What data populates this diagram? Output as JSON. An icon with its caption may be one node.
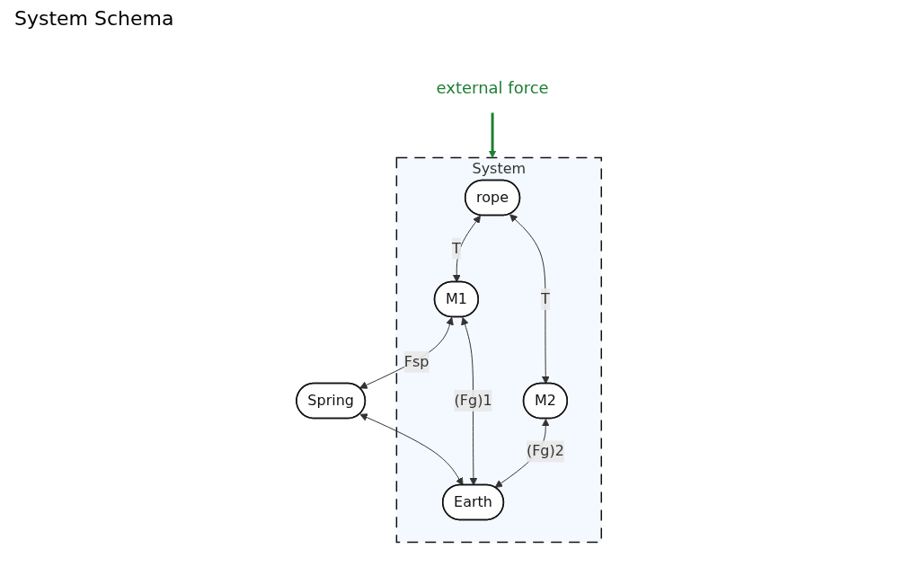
{
  "diagram": {
    "title": "System Schema",
    "nodes": [
      {
        "text": [
          "System"
        ]
      },
      {
        "text": [
          "rope"
        ],
        "in": 0
      },
      {
        "text": [
          "M1"
        ],
        "in": 0
      },
      {
        "text": [
          "M2"
        ],
        "in": 0
      },
      {
        "text": [
          "Spring"
        ]
      },
      {
        "text": [
          "Earth"
        ],
        "in": 0
      },
      {
        "text": [
          "external force"
        ]
      }
    ],
    "edges": [
      {
        "from": 1,
        "to": 2,
        "arrow": "both",
        "label": "T"
      },
      {
        "from": 1,
        "to": 3,
        "arrow": "both",
        "label": "T"
      },
      {
        "from": 2,
        "to": 4,
        "arrow": "both",
        "label": "Fsp"
      },
      {
        "from": 2,
        "to": 5,
        "arrow": "both",
        "label": "(Fg)1"
      },
      {
        "from": 3,
        "to": 5,
        "arrow": "both",
        "label": "(Fg)2"
      },
      {
        "from": 4,
        "to": 5,
        "arrow": "both"
      },
      {
        "from": 6,
        "to": 0,
        "arrow": "to",
        "style": "thick",
        "color": "#1e7f34"
      }
    ]
  }
}
